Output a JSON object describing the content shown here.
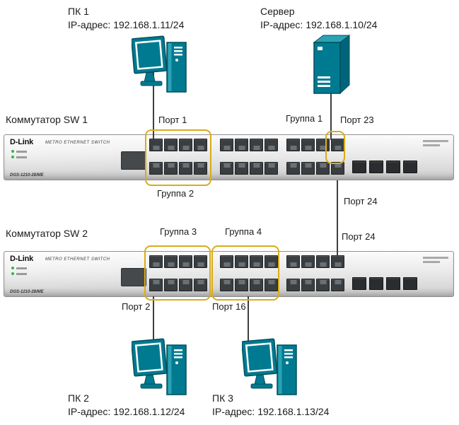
{
  "colors": {
    "teal": "#007A90",
    "teal_light": "#2BA3B5",
    "teal_side": "#00657A",
    "teal_dark": "#004E5C",
    "highlight": "#D9AC1A",
    "line": "#3F3F3F"
  },
  "devices": {
    "pk1": {
      "name": "ПК 1",
      "ip": "IP-адрес: 192.168.1.11/24"
    },
    "server": {
      "name": "Сервер",
      "ip": "IP-адрес: 192.168.1.10/24"
    },
    "pk2": {
      "name": "ПК 2",
      "ip": "IP-адрес: 192.168.1.12/24"
    },
    "pk3": {
      "name": "ПК 3",
      "ip": "IP-адрес: 192.168.1.13/24"
    }
  },
  "switches": {
    "sw1": {
      "label": "Коммутатор SW 1",
      "brand": "D-Link",
      "tagline": "METRO ETHERNET SWITCH",
      "model": "DGS-1210-28/ME"
    },
    "sw2": {
      "label": "Коммутатор SW 2",
      "brand": "D-Link",
      "tagline": "METRO ETHERNET SWITCH",
      "model": "DGS-1210-28/ME"
    }
  },
  "port_labels": {
    "port1": "Порт 1",
    "port23": "Порт 23",
    "port24_sw1": "Порт 24",
    "port24_sw2": "Порт 24",
    "port2": "Порт 2",
    "port16": "Порт 16"
  },
  "group_labels": {
    "g1": "Группа 1",
    "g2": "Группа 2",
    "g3": "Группа 3",
    "g4": "Группа 4"
  }
}
